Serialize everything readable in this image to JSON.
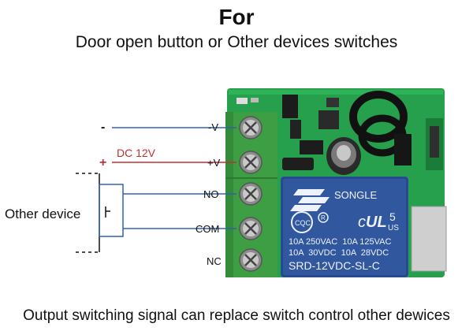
{
  "heading": "For",
  "subheading": "Door open button or Other devices switches",
  "footer": "Output switching signal can replace switch control other dewices",
  "side_label": "Other device",
  "power": {
    "minus": "-",
    "plus": "+",
    "voltage": "DC 12V"
  },
  "terminals": [
    "-V",
    "+V",
    "NO",
    "COM",
    "NC"
  ],
  "relay": {
    "brand": "SONGLE",
    "number": "5",
    "us_mark": "US",
    "line1": "10A 250VAC  10A 125VAC",
    "line2": "10A  30VDC  10A  28VDC",
    "model": "SRD-12VDC-SL-C"
  },
  "colors": {
    "board": "#27a04e",
    "terminal_block": "#3e9e43",
    "relay": "#2d4f9a",
    "wire_blue": "#3060b0",
    "wire_red": "#c03030"
  }
}
